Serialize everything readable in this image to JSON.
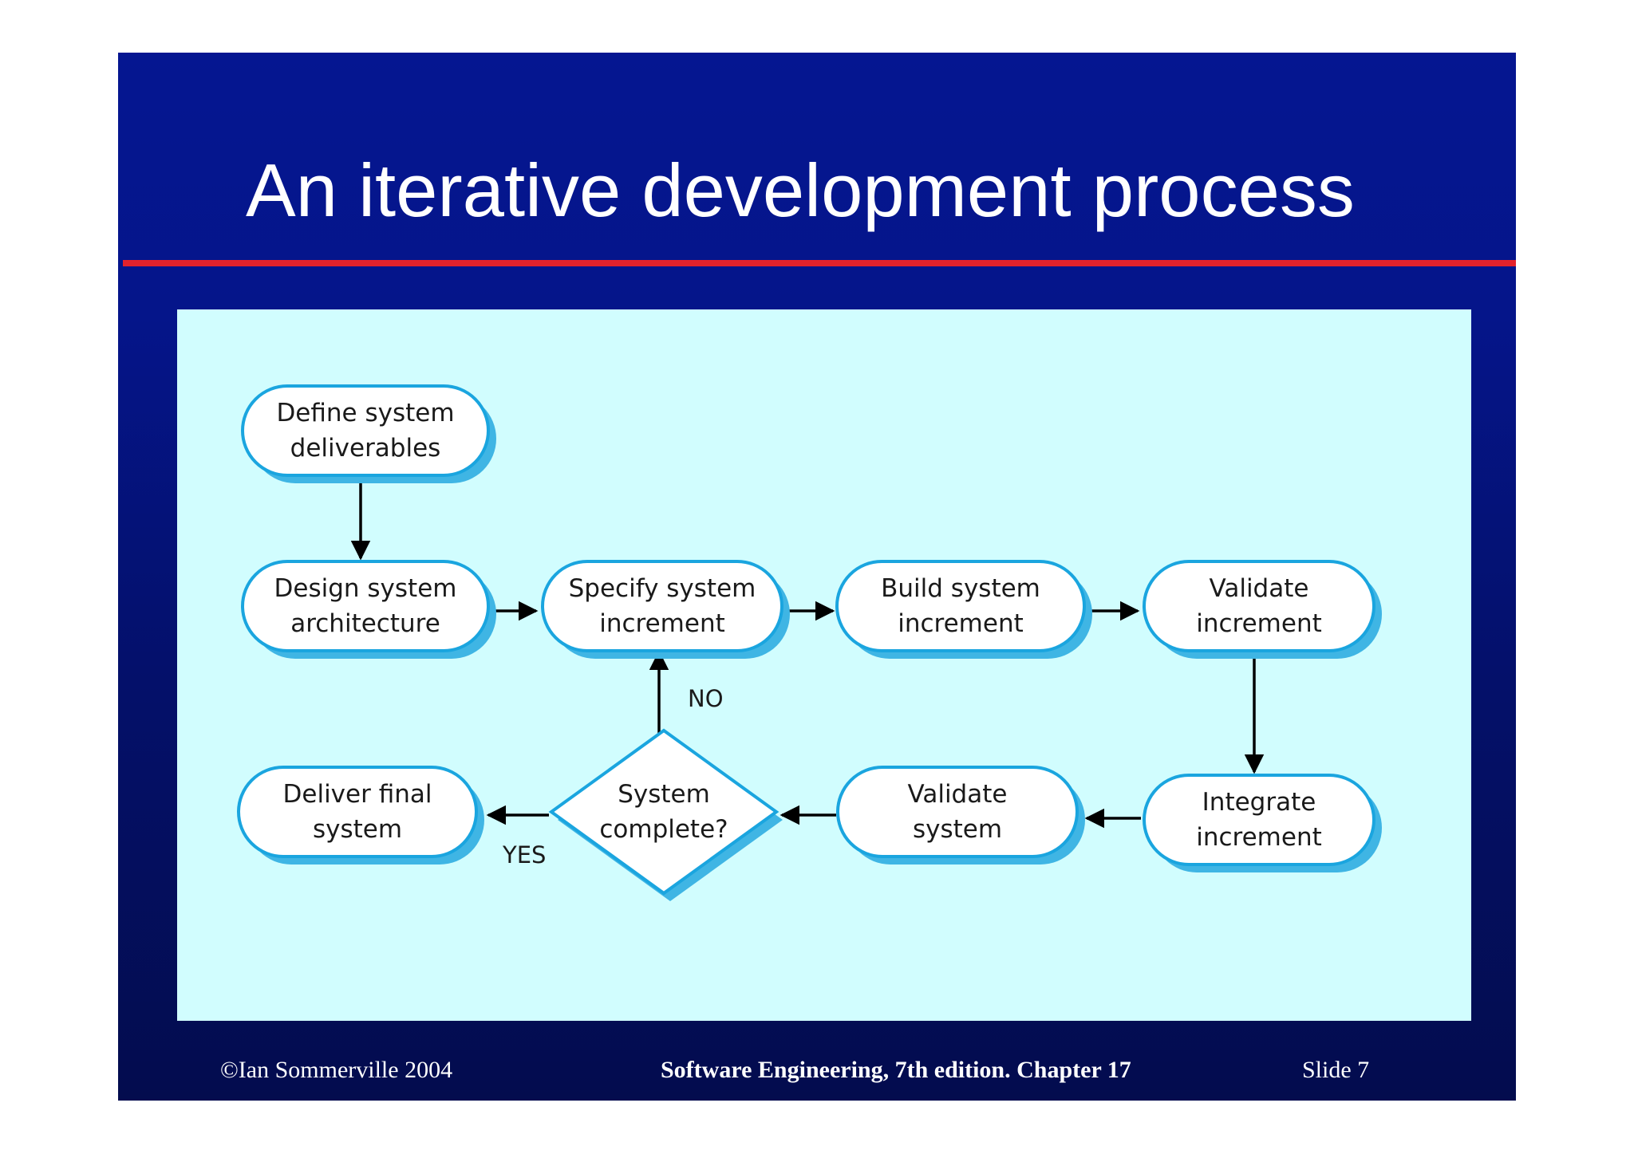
{
  "slide": {
    "title": "An iterative development process",
    "colors": {
      "background": "#051691",
      "rule": "#e3222c",
      "panel": "#d1fdfe",
      "node_border": "#1aa5df",
      "node_shadow": "#3fb5e4"
    }
  },
  "diagram": {
    "nodes": [
      {
        "id": "define",
        "shape": "rounded-rect",
        "lines": [
          "Define system",
          "deliverables"
        ]
      },
      {
        "id": "design",
        "shape": "rounded-rect",
        "lines": [
          "Design system",
          "architecture"
        ]
      },
      {
        "id": "specify",
        "shape": "rounded-rect",
        "lines": [
          "Specify system",
          "increment"
        ]
      },
      {
        "id": "build",
        "shape": "rounded-rect",
        "lines": [
          "Build system",
          "increment"
        ]
      },
      {
        "id": "validate-inc",
        "shape": "rounded-rect",
        "lines": [
          "Validate",
          "increment"
        ]
      },
      {
        "id": "integrate",
        "shape": "rounded-rect",
        "lines": [
          "Integrate",
          "increment"
        ]
      },
      {
        "id": "validate-sys",
        "shape": "rounded-rect",
        "lines": [
          "Validate",
          "system"
        ]
      },
      {
        "id": "complete",
        "shape": "diamond",
        "lines": [
          "System",
          "complete?"
        ]
      },
      {
        "id": "deliver",
        "shape": "rounded-rect",
        "lines": [
          "Deliver final",
          "system"
        ]
      }
    ],
    "edges": [
      {
        "from": "define",
        "to": "design",
        "label": ""
      },
      {
        "from": "design",
        "to": "specify",
        "label": ""
      },
      {
        "from": "specify",
        "to": "build",
        "label": ""
      },
      {
        "from": "build",
        "to": "validate-inc",
        "label": ""
      },
      {
        "from": "validate-inc",
        "to": "integrate",
        "label": ""
      },
      {
        "from": "integrate",
        "to": "validate-sys",
        "label": ""
      },
      {
        "from": "validate-sys",
        "to": "complete",
        "label": ""
      },
      {
        "from": "complete",
        "to": "specify",
        "label": "NO"
      },
      {
        "from": "complete",
        "to": "deliver",
        "label": "YES"
      }
    ]
  },
  "footer": {
    "copyright": "©Ian Sommerville 2004",
    "course": "Software Engineering, 7th edition. Chapter 17",
    "slide_number": "Slide  7"
  }
}
